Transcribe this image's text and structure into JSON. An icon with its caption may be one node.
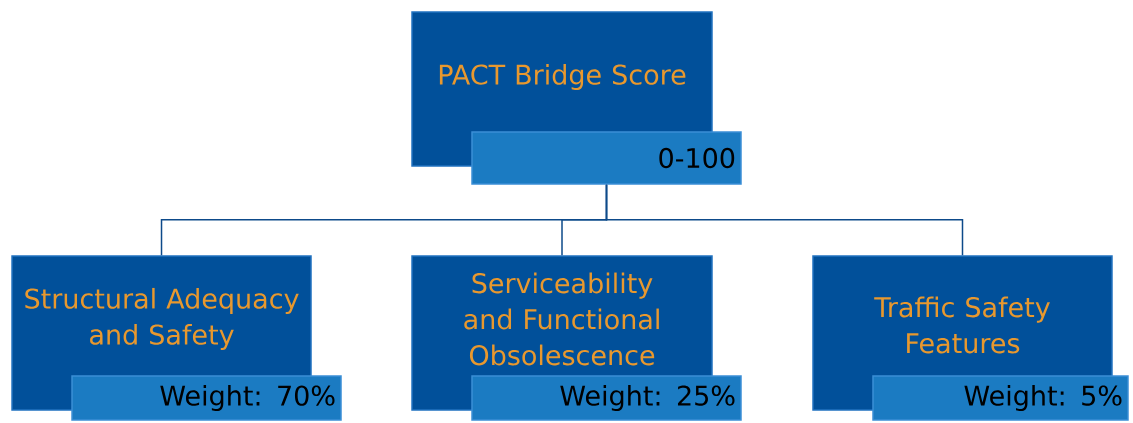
{
  "diagram": {
    "nodes": [
      {
        "text": [
          "PACT Bridge Score"
        ]
      },
      {
        "text": [
          "0-100"
        ]
      },
      {
        "text": [
          "Structural Adequacy and Safety"
        ]
      },
      {
        "text": [
          "Weight: 70%"
        ]
      },
      {
        "text": [
          "Serviceability and Functional Obsolescence"
        ]
      },
      {
        "text": [
          "Weight: 25%"
        ]
      },
      {
        "text": [
          "Traffic Safety Features"
        ]
      },
      {
        "text": [
          "Weight: 5%"
        ]
      }
    ],
    "edges": [
      {
        "from": 1,
        "to": 2,
        "arrow": "none"
      },
      {
        "from": 1,
        "to": 4,
        "arrow": "none"
      },
      {
        "from": 1,
        "to": 6,
        "arrow": "none"
      }
    ]
  }
}
